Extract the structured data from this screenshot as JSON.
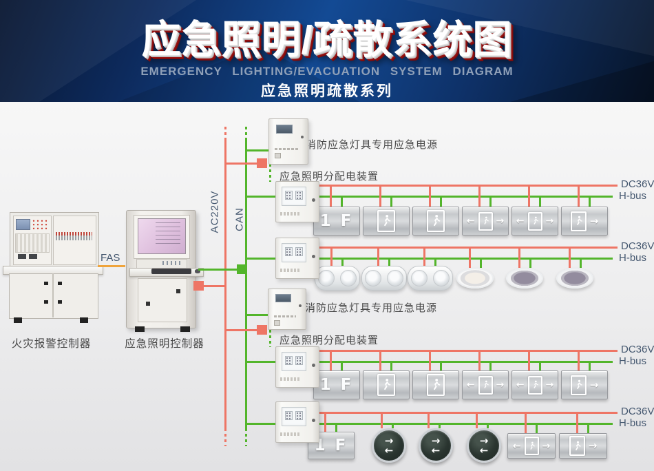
{
  "header": {
    "title": "应急照明/疏散系统图",
    "subtitle": "EMERGENCY LIGHTING/EVACUATION SYSTEM DIAGRAM",
    "series": "应急照明疏散系列"
  },
  "consoles": {
    "fire_alarm": "火灾报警控制器",
    "lighting_controller": "应急照明控制器"
  },
  "bus_labels": {
    "fas": "FAS",
    "ac_power": "AC220V",
    "can": "CAN"
  },
  "groups": [
    {
      "psu": "消防应急灯具专用应急电源",
      "dist": "应急照明分配电装置"
    },
    {
      "psu": "消防应急灯具专用应急电源",
      "dist": "应急照明分配电装置"
    }
  ],
  "rows": [
    {
      "dc": "DC36V",
      "hbus": "H-bus",
      "items": [
        "floor_sign",
        "exit_man",
        "exit_man",
        "exit_both",
        "exit_both",
        "exit_right"
      ]
    },
    {
      "dc": "DC36V",
      "hbus": "H-bus",
      "items": [
        "twin_spot",
        "twin_spot",
        "twin_spot",
        "downlight_white",
        "downlight_dark",
        "downlight_dark"
      ]
    },
    {
      "dc": "DC36V",
      "hbus": "H-bus",
      "items": [
        "floor_sign",
        "exit_man",
        "exit_man",
        "exit_both",
        "exit_both",
        "exit_right"
      ]
    },
    {
      "dc": "DC36V",
      "hbus": "H-bus",
      "items": [
        "floor_sign",
        "round_bidir",
        "round_bidir",
        "round_bidir",
        "exit_both",
        "exit_right"
      ]
    }
  ],
  "signs": {
    "floor_text": "1 F",
    "left_arrow": "←",
    "right_arrow": "→"
  },
  "colors": {
    "power_red": "#ee7565",
    "bus_green": "#53b52b",
    "fas_orange": "#efa43c",
    "line_label": "#44576f",
    "text_label": "#4a4a4a",
    "banner_navy": "#0e3066",
    "title_shadow_red": "#8a0f0f"
  }
}
